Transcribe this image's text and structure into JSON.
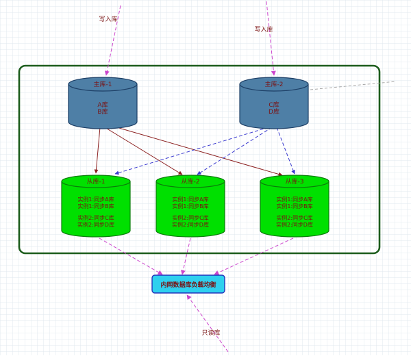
{
  "diagram": {
    "masters": [
      {
        "title": "主库-1",
        "dbs": [
          "A库",
          "B库"
        ]
      },
      {
        "title": "主库-2",
        "dbs": [
          "C库",
          "D库"
        ]
      }
    ],
    "slaves": [
      {
        "title": "从库-1",
        "lines": [
          "实例1:同步A库",
          "实例1:同步B库",
          "实例2:同步C库",
          "实例2:同步D库"
        ]
      },
      {
        "title": "从库-2",
        "lines": [
          "实例1:同步A库",
          "实例1:同步B库",
          "实例2:同步C库",
          "实例2:同步D库"
        ]
      },
      {
        "title": "从库-3",
        "lines": [
          "实例1:同步A库",
          "实例1:同步B库",
          "实例2:同步C库",
          "实例2:同步D库"
        ]
      }
    ],
    "load_balancer_label": "内网数据库负载均衡",
    "annotations": {
      "write_labels": [
        "写入库",
        "写入库"
      ],
      "read_label": "只读库"
    },
    "colors": {
      "master_fill": "#4e7fa6",
      "slave_fill": "#00e000",
      "load_balancer_fill": "#2ed0ee",
      "write_arrow": "#cc44cc",
      "master1_arrow": "#8b2020",
      "master2_arrow": "#3b3bcf",
      "boundary_stroke": "#1c5c1c",
      "text_color": "#7a1212"
    }
  }
}
